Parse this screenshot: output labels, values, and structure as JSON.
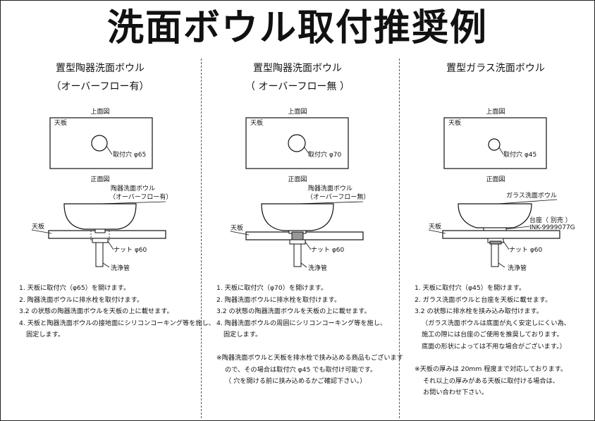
{
  "title": "洗面ボウル取付推奨例",
  "columns": [
    {
      "heading": "置型陶器洗面ボウル",
      "sub": "（オーバーフロー有）",
      "top_view_label": "上面図",
      "counter_label": "天板",
      "hole_label": "取付穴 φ65",
      "front_view_label": "正面図",
      "bowl_label": "陶器洗面ボウル",
      "bowl_sub": "（オーバーフロー有）",
      "counter_side_label": "天板",
      "nut_label": "ナット φ60",
      "drain_label": "洗浄管",
      "steps": [
        "1. 天板に取付穴（φ65）を開けます。",
        "2. 陶器洗面ボウルに排水栓を取付けます。",
        "3.2 の状態の陶器洗面ボウルを天板の上に載せます。",
        "4. 天板と陶器洗面ボウルの接地面にシリコンコーキング等を施し、",
        "固定します。"
      ]
    },
    {
      "heading": "置型陶器洗面ボウル",
      "sub": "（ オーバーフロー無 ）",
      "top_view_label": "上面図",
      "counter_label": "天板",
      "hole_label": "取付穴 φ70",
      "front_view_label": "正面図",
      "bowl_label": "陶器洗面ボウル",
      "bowl_sub": "（オーバーフロー無）",
      "counter_side_label": "天板",
      "nut_label": "ナット φ60",
      "drain_label": "洗浄管",
      "steps": [
        "1. 天板に取付穴（φ70）を開けます。",
        "2. 陶器洗面ボウルに排水栓を取付けます。",
        "3.2 の状態の陶器洗面ボウルを天板の上に載せます。",
        "4. 陶器洗面ボウルの周囲にシリコンコーキング等を施し、",
        "固定します。"
      ],
      "note": [
        "※陶器洗面ボウルと天板を排水栓で挟み込める商品もございます",
        "ので、その場合は取付穴 φ45 でも取付け可能です。",
        "（ 穴を開ける前に挟み込めるかご確認下さい。）"
      ]
    },
    {
      "heading": "置型ガラス洗面ボウル",
      "top_view_label": "上面図",
      "counter_label": "天板",
      "hole_label": "取付穴 φ45",
      "front_view_label": "正面図",
      "bowl_label": "ガラス洗面ボウル",
      "base_label": "台座（ 別売 ）",
      "base_code": "INK-9999077G",
      "counter_side_label": "天板",
      "nut_label": "ナット φ60",
      "drain_label": "洗浄管",
      "steps": [
        "1. 天板に取付穴（φ45）を開けます。",
        "2. ガラス洗面ボウルと台座を天板に載せます。",
        "3.2 の状態に排水栓を挟み込み取付けます。",
        "（ガラス洗面ボウルは底面が丸く安定しにくい為、",
        "施工の際には台座のご使用を推奨しております。",
        "底面の形状によっては不用な場合がございます。）"
      ],
      "note": [
        "※天板の厚みは 20mm 程度まで対応しております。",
        "それ以上の厚みがある天板に取付ける場合は、",
        "お問い合わせ下さい。"
      ]
    }
  ]
}
